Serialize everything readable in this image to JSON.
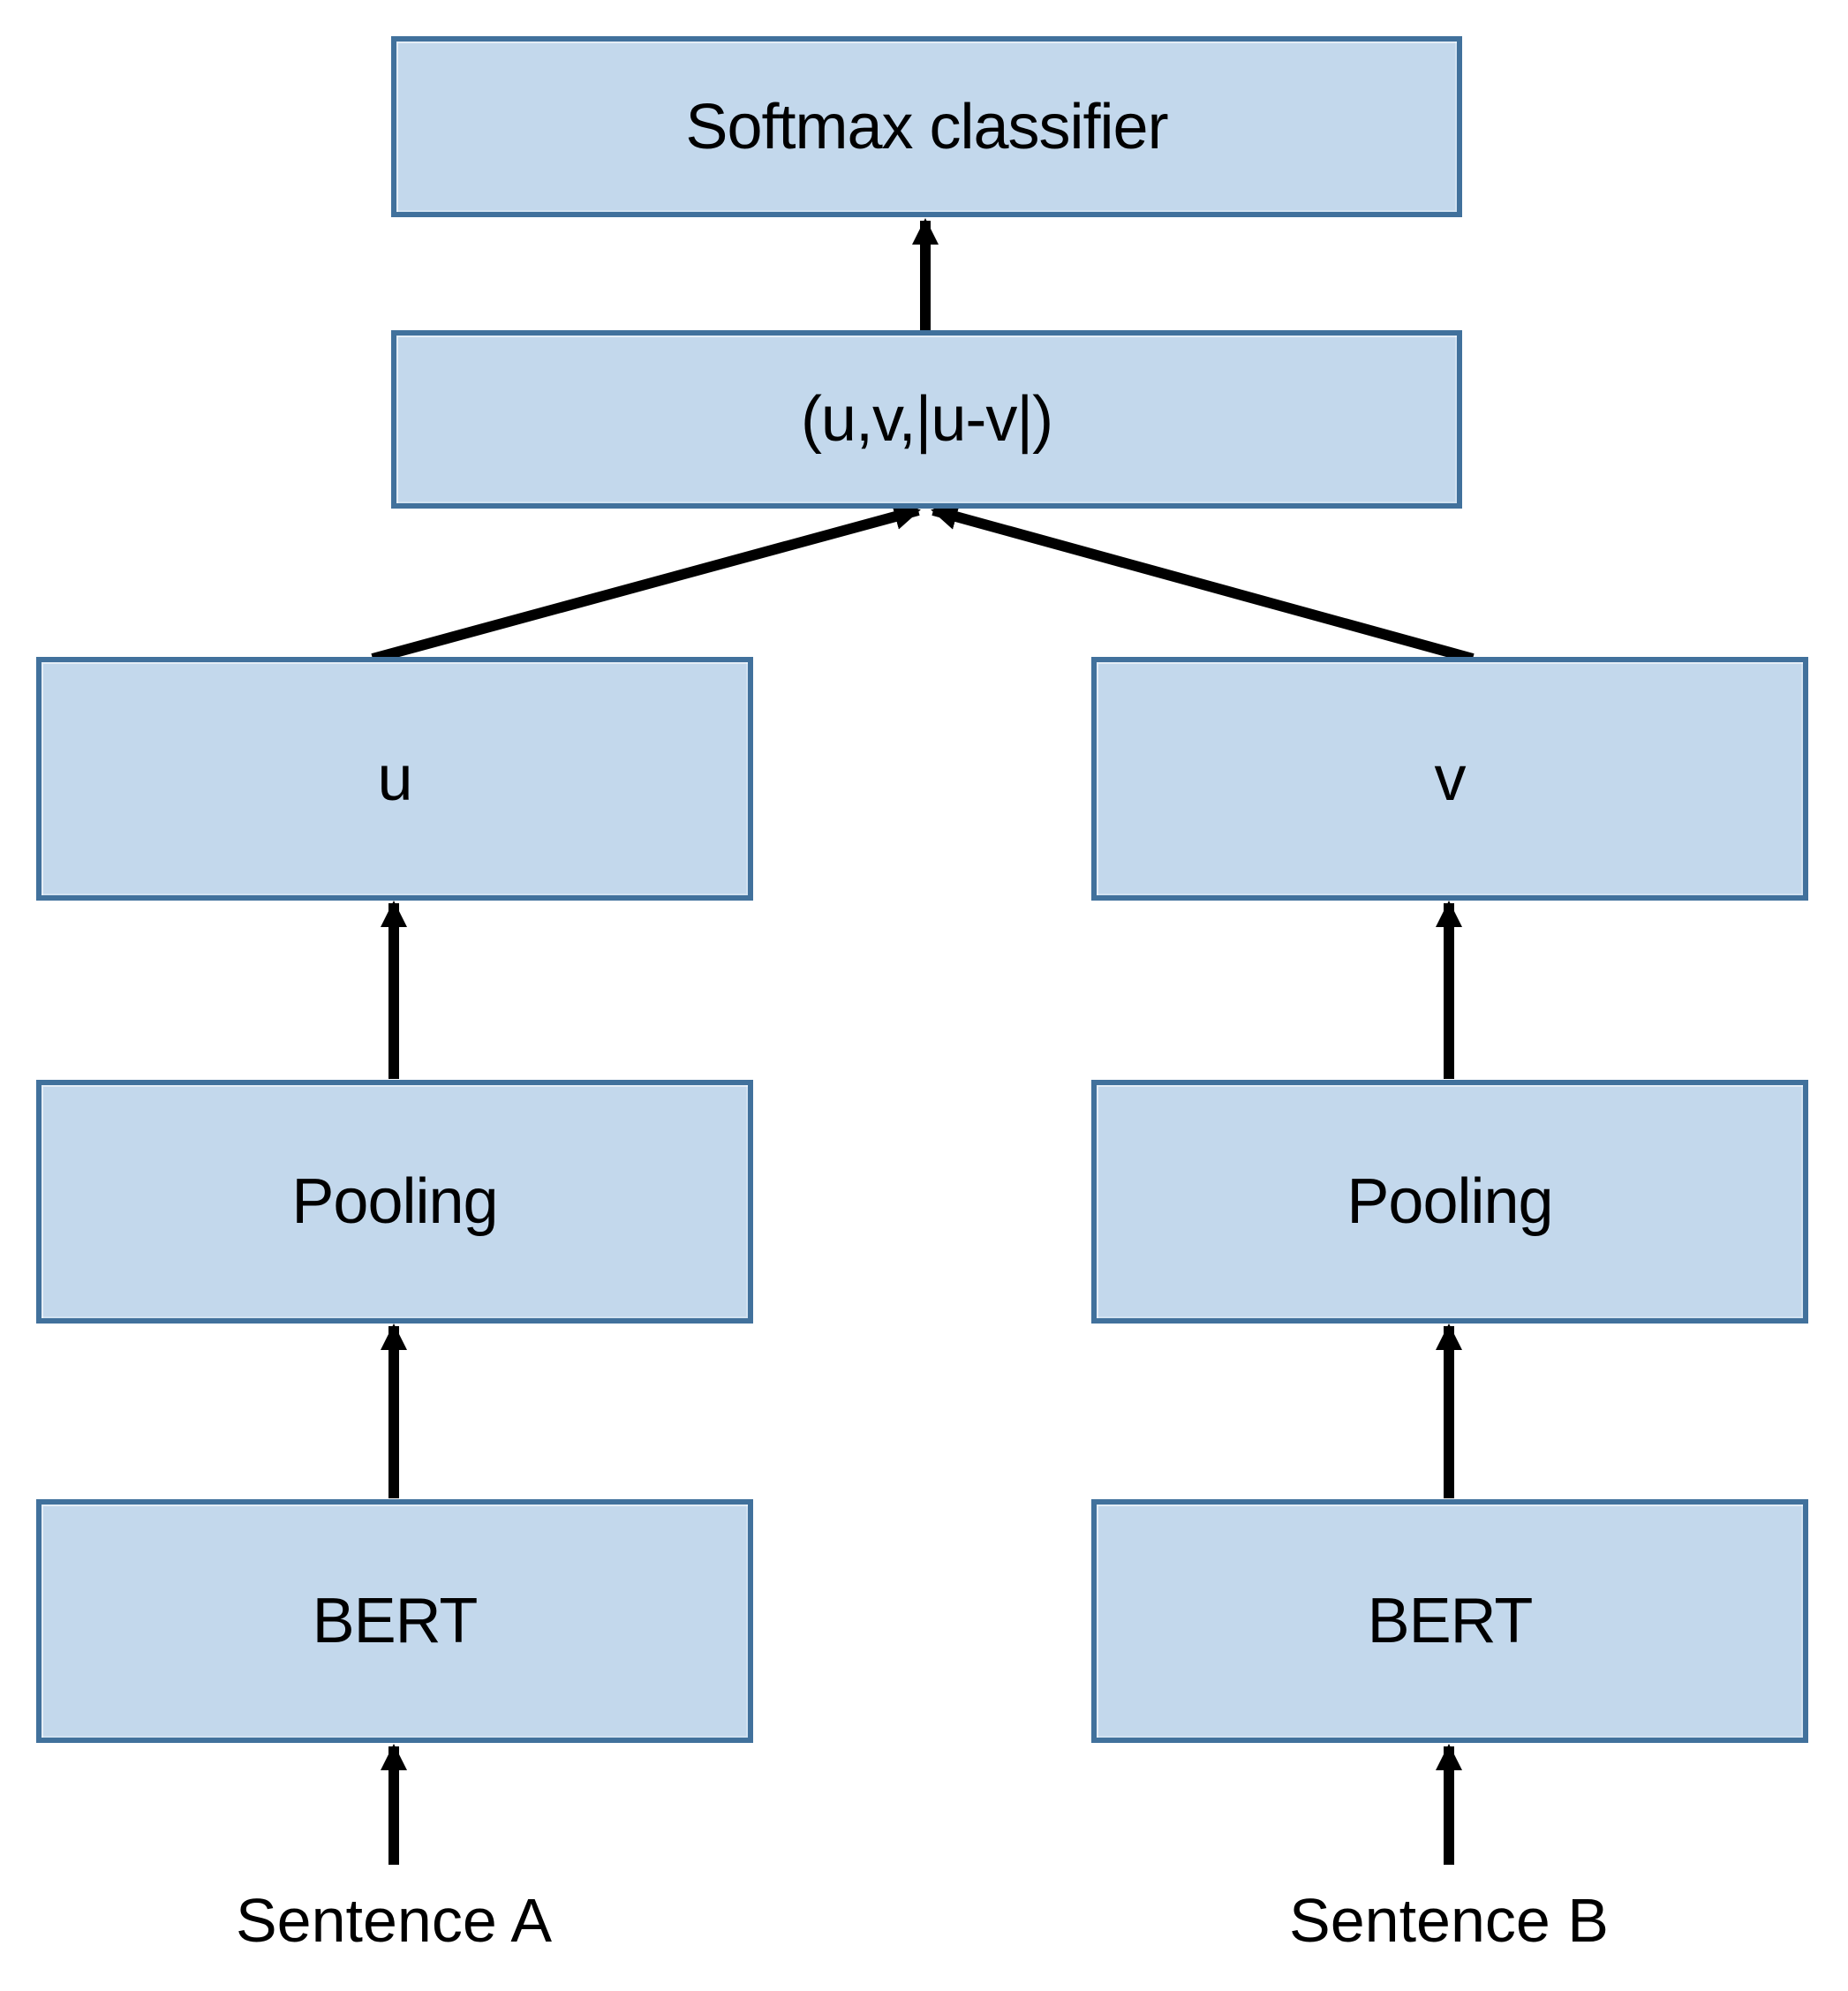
{
  "diagram": {
    "background": "#ffffff",
    "box_fill": "#C3D8EC",
    "box_border": "#41719C",
    "arrow_color": "#000000",
    "text_color": "#000000",
    "nodes": {
      "softmax": "Softmax classifier",
      "concat": "(u,v,|u-v|)",
      "u": "u",
      "v": "v",
      "pooling_a": "Pooling",
      "pooling_b": "Pooling",
      "bert_a": "BERT",
      "bert_b": "BERT"
    },
    "inputs": {
      "sentence_a": "Sentence A",
      "sentence_b": "Sentence B"
    },
    "edges": [
      {
        "from": "Sentence A",
        "to": "BERT (left)"
      },
      {
        "from": "Sentence B",
        "to": "BERT (right)"
      },
      {
        "from": "BERT (left)",
        "to": "Pooling (left)"
      },
      {
        "from": "BERT (right)",
        "to": "Pooling (right)"
      },
      {
        "from": "Pooling (left)",
        "to": "u"
      },
      {
        "from": "Pooling (right)",
        "to": "v"
      },
      {
        "from": "u",
        "to": "(u,v,|u-v|)"
      },
      {
        "from": "v",
        "to": "(u,v,|u-v|)"
      },
      {
        "from": "(u,v,|u-v|)",
        "to": "Softmax classifier"
      }
    ]
  }
}
